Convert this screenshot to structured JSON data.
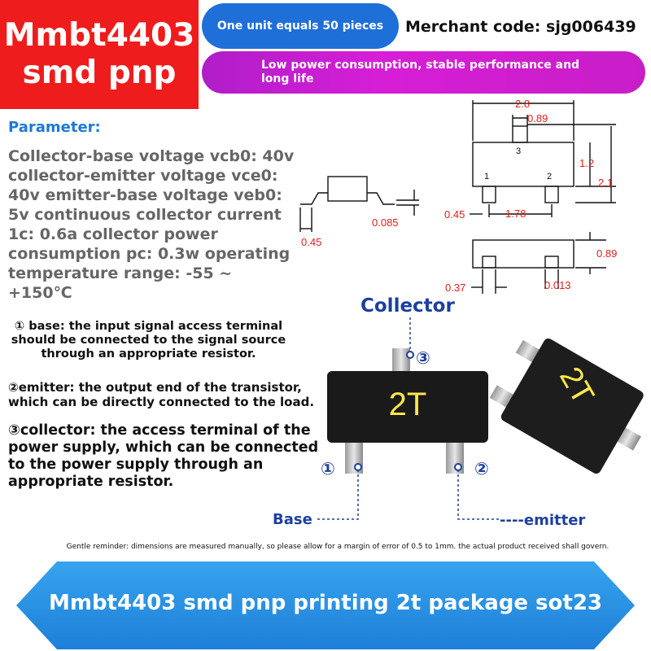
{
  "title": {
    "line1": "Mmbt4403",
    "line2": "smd pnp"
  },
  "unit_badge": "One unit equals 50 pieces",
  "merchant_code": "Merchant code: sjg006439",
  "feature_badge": "Low power consumption, stable performance and long life",
  "parameter_heading": "Parameter:",
  "parameter_text": "Collector-base voltage vcb0: 40v collector-emitter voltage vce0: 40v emitter-base voltage veb0: 5v continuous collector current 1c: 0.6a collector power consumption pc: 0.3w operating temperature range: -55 ~ +150℃",
  "notes": {
    "base": "① base: the input signal access terminal should be connected to the signal source through an appropriate resistor.",
    "emitter": "②emitter: the output end of the transistor, which can be directly connected to the load.",
    "collector": "③collector: the access terminal of the power supply, which can be connected to the power supply through an appropriate resistor."
  },
  "pins": {
    "collector_label": "Collector",
    "base_label": "Base",
    "emitter_label": "----emitter",
    "pin1": "①",
    "pin2": "②",
    "pin3": "③"
  },
  "chip_marking": "2T",
  "dimensions": {
    "width_top": "2.8",
    "pin_width_top": "0.89",
    "body_height": "1.2",
    "total_height": "2.1",
    "lead_left": "0.45",
    "pitch": "1.78",
    "side_lead_thickness": "0.085",
    "side_lead_length": "0.45",
    "bottom_height": "0.89",
    "pin_footprint": "0.37",
    "standoff": "0.013",
    "pin_num_1": "1",
    "pin_num_2": "2",
    "pin_num_3": "3"
  },
  "reminder": "Gentle reminder: dimensions are measured manually, so please allow for a margin of error of 0.5 to 1mm. the actual product received shall govern.",
  "banner": "Mmbt4403 smd pnp printing 2t package sot23",
  "colors": {
    "title_red": "#ee1c1c",
    "unit_blue": "#1f6fd9",
    "feature_magenta": "#d61ed6",
    "banner_blue": "#2a8de0",
    "dim_red": "#e0201c",
    "label_navy": "#1d3fa0"
  }
}
